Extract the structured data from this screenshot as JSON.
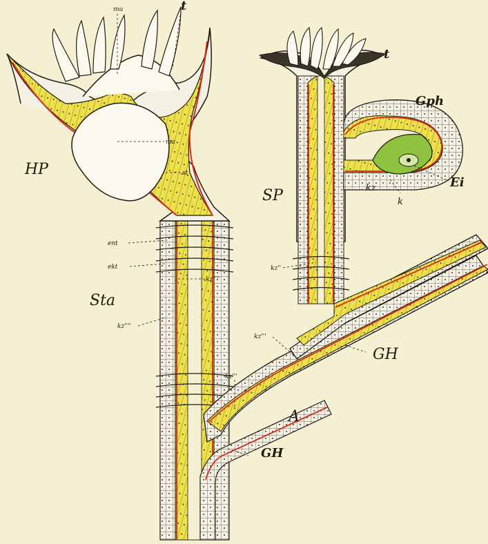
{
  "figure": {
    "labels": {
      "hp": "HP",
      "sp": "SP",
      "sta": "Sta",
      "gh_right": "GH",
      "gh_bottom": "GH",
      "a": "A",
      "t_left": "t",
      "t_right": "t",
      "mu": "mu",
      "ma": "ma",
      "st": "st",
      "ent": "ent",
      "ekt": "ekt",
      "kz4_right": "kz''''",
      "kz4_left": "kz''''",
      "kz2": "kz''",
      "kz3_a": "kz'''",
      "kz3_b": "kz'''",
      "gph": "Gph",
      "ei": "Ei",
      "kz_gonophore": "kz",
      "k": "k"
    },
    "colors": {
      "background": "#f6f0d2",
      "ectoderm": "#f4f1e4",
      "endoderm": "#eee04a",
      "mesogloea": "#d42a1a",
      "egg": "#8fc23e",
      "outline": "#1d1a12"
    }
  }
}
